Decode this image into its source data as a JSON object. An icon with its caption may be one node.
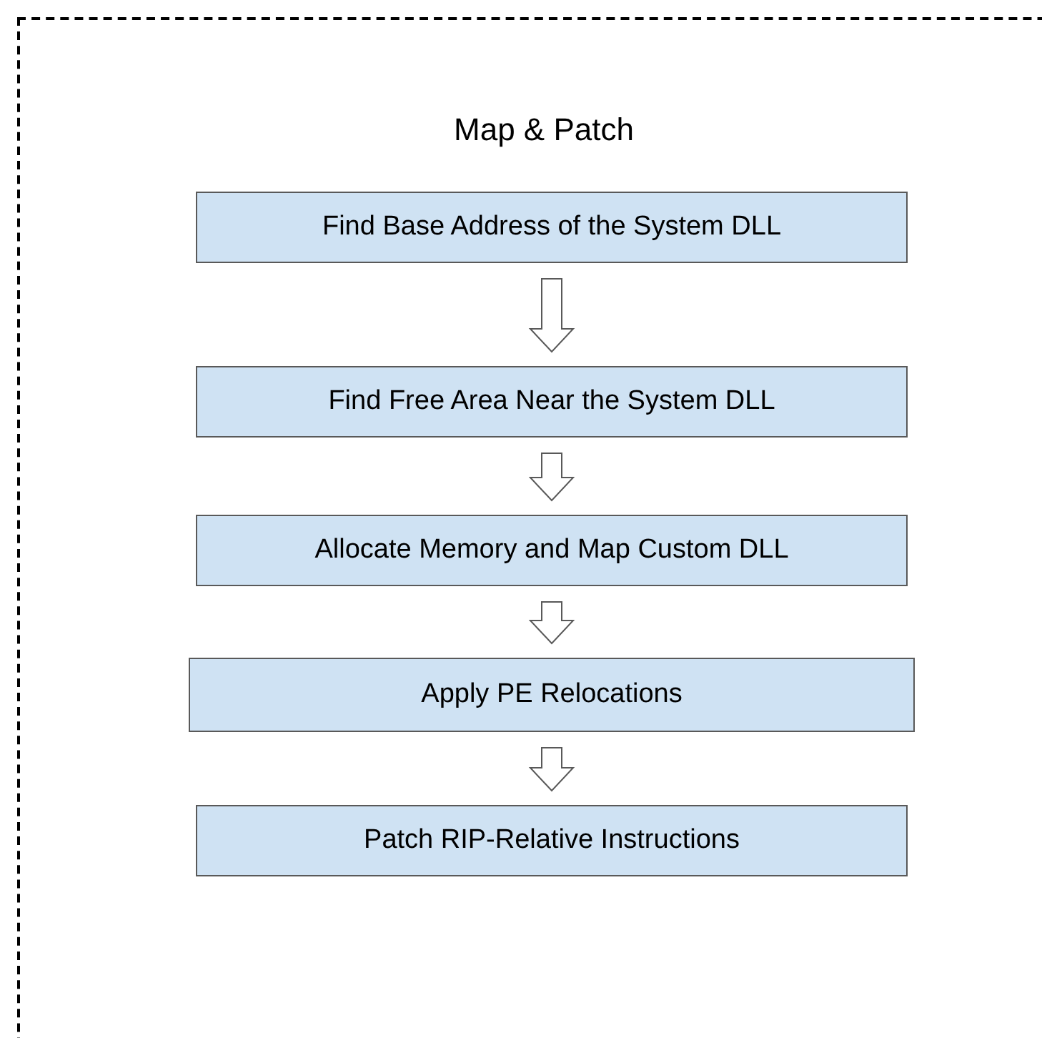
{
  "diagram": {
    "nodes": [
      {
        "text": [
          "Map & Patch"
        ]
      },
      {
        "text": [
          "Find Base Address of the System DLL"
        ],
        "in": 0
      },
      {
        "text": [
          "Find Free Area Near the System DLL"
        ],
        "in": 0
      },
      {
        "text": [
          "Allocate Memory and Map Custom DLL"
        ],
        "in": 0
      },
      {
        "text": [
          "Apply PE Relocations"
        ],
        "in": 0
      },
      {
        "text": [
          "Patch RIP-Relative Instructions"
        ],
        "in": 0
      }
    ],
    "edges": [
      {
        "from": 1,
        "to": 2,
        "arrow": "to"
      },
      {
        "from": 2,
        "to": 3,
        "arrow": "to"
      },
      {
        "from": 3,
        "to": 4,
        "arrow": "to"
      },
      {
        "from": 4,
        "to": 5,
        "arrow": "to"
      }
    ]
  }
}
